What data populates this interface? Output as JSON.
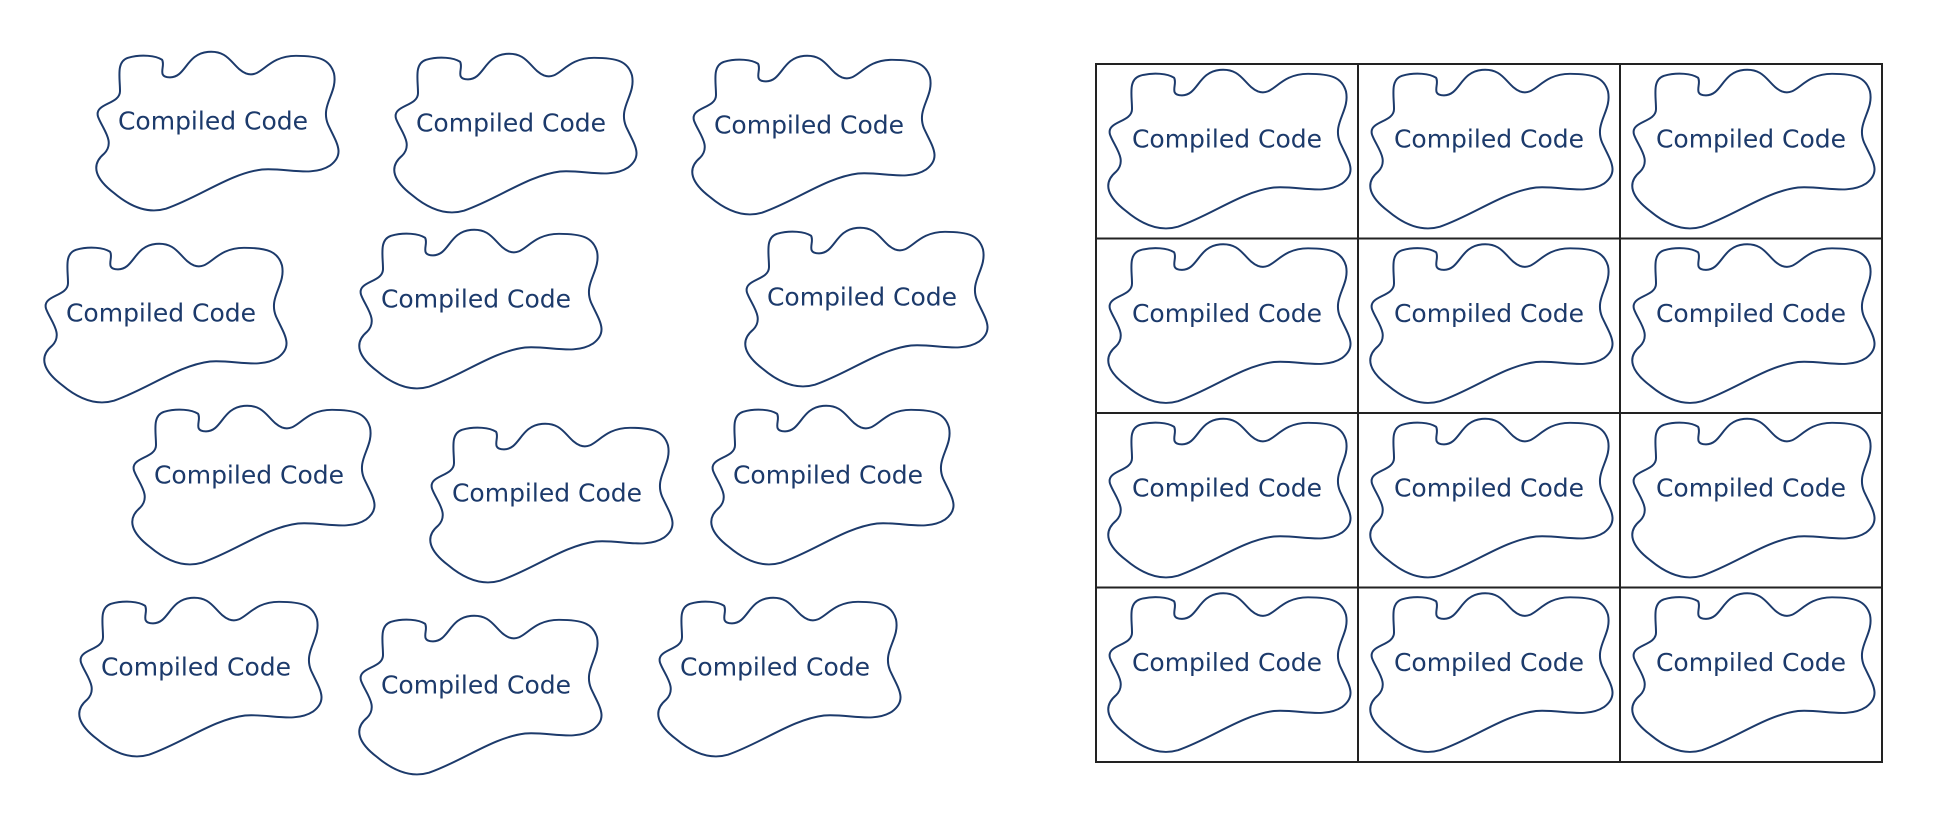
{
  "blob_label": "Compiled Code",
  "colors": {
    "stroke": "#1c3a6b",
    "text": "#1c3a6b",
    "grid": "#222222",
    "background": "#ffffff"
  },
  "scattered_blobs": {
    "count": 12,
    "items": [
      {
        "label": "Compiled Code"
      },
      {
        "label": "Compiled Code"
      },
      {
        "label": "Compiled Code"
      },
      {
        "label": "Compiled Code"
      },
      {
        "label": "Compiled Code"
      },
      {
        "label": "Compiled Code"
      },
      {
        "label": "Compiled Code"
      },
      {
        "label": "Compiled Code"
      },
      {
        "label": "Compiled Code"
      },
      {
        "label": "Compiled Code"
      },
      {
        "label": "Compiled Code"
      },
      {
        "label": "Compiled Code"
      }
    ]
  },
  "grid_blobs": {
    "rows": 4,
    "cols": 3,
    "items": [
      {
        "label": "Compiled Code"
      },
      {
        "label": "Compiled Code"
      },
      {
        "label": "Compiled Code"
      },
      {
        "label": "Compiled Code"
      },
      {
        "label": "Compiled Code"
      },
      {
        "label": "Compiled Code"
      },
      {
        "label": "Compiled Code"
      },
      {
        "label": "Compiled Code"
      },
      {
        "label": "Compiled Code"
      },
      {
        "label": "Compiled Code"
      },
      {
        "label": "Compiled Code"
      },
      {
        "label": "Compiled Code"
      }
    ]
  }
}
